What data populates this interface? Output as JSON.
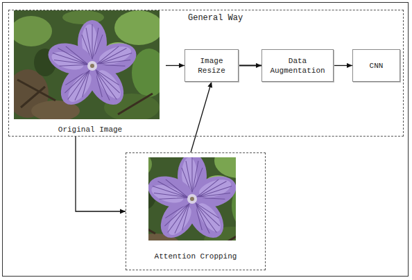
{
  "diagram": {
    "nodes": [
      {
        "text": [
          "General Way"
        ]
      },
      {
        "text": [
          "Original Image"
        ],
        "in": 0
      },
      {
        "text": [
          "Image Resize"
        ],
        "in": 0
      },
      {
        "text": [
          "Data Augmentation"
        ],
        "in": 0
      },
      {
        "text": [
          "CNN"
        ],
        "in": 0
      },
      {
        "text": [
          "Attention Cropping"
        ]
      }
    ],
    "edges": [
      {
        "from": 1,
        "to": 2,
        "arrow": "to"
      },
      {
        "from": 2,
        "to": 3,
        "arrow": "to"
      },
      {
        "from": 3,
        "to": 4,
        "arrow": "to"
      },
      {
        "from": 1,
        "to": 5,
        "arrow": "to"
      },
      {
        "from": 5,
        "to": 2,
        "arrow": "to"
      }
    ]
  }
}
